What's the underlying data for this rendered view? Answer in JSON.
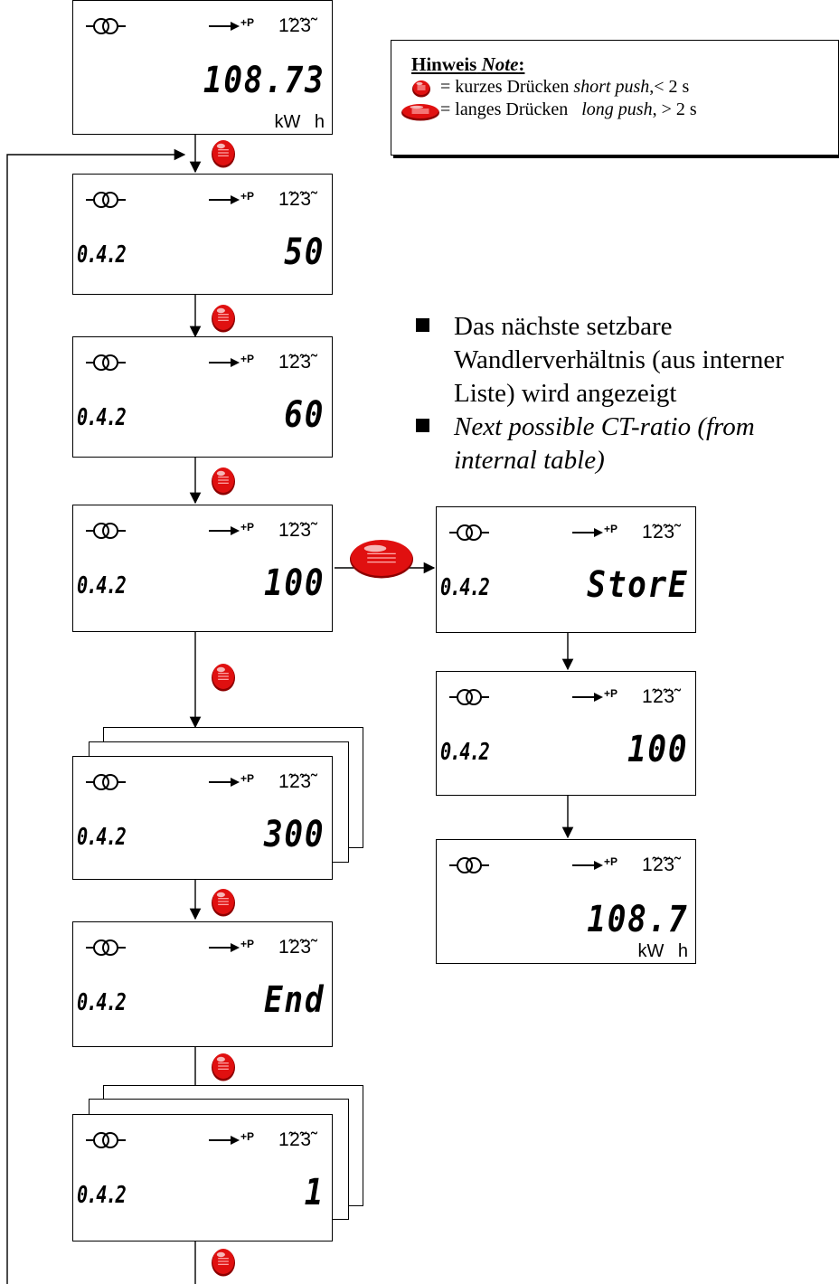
{
  "note": {
    "heading_de": "Hinweis",
    "heading_en": "Note",
    "short_de": "= kurzes Drücken",
    "short_en": "short push",
    "short_cond": ",< 2 s",
    "long_de": "= langes Drücken",
    "long_en": "long push",
    "long_cond": ", > 2 s"
  },
  "bullets": [
    "Das nächste setzbare Wandlerverhältnis  (aus interner Liste) wird angezeigt",
    "Next possible CT-ratio (from internal table)"
  ],
  "lcd_common": {
    "direction": "+P",
    "phases": "123",
    "ct_icon": "ct-transformer-icon"
  },
  "screens": [
    {
      "id": "energy-start",
      "obis": "",
      "value": "108.73",
      "unit": "kW  h"
    },
    {
      "id": "ratio-50",
      "obis": "0.4.2",
      "value": "50",
      "unit": ""
    },
    {
      "id": "ratio-60",
      "obis": "0.4.2",
      "value": "60",
      "unit": ""
    },
    {
      "id": "ratio-100",
      "obis": "0.4.2",
      "value": "100",
      "unit": ""
    },
    {
      "id": "ratio-300",
      "obis": "0.4.2",
      "value": "300",
      "unit": ""
    },
    {
      "id": "ratio-end",
      "obis": "0.4.2",
      "value": "End",
      "unit": ""
    },
    {
      "id": "ratio-1",
      "obis": "0.4.2",
      "value": "1",
      "unit": ""
    },
    {
      "id": "store",
      "obis": "0.4.2",
      "value": "StorE",
      "unit": ""
    },
    {
      "id": "ratio-100-stored",
      "obis": "0.4.2",
      "value": "100",
      "unit": ""
    },
    {
      "id": "energy-end",
      "obis": "",
      "value": "108.7",
      "unit": "kW  h"
    }
  ],
  "colors": {
    "button": "#e01010",
    "button_shade": "#8c0000",
    "line": "#000000"
  }
}
